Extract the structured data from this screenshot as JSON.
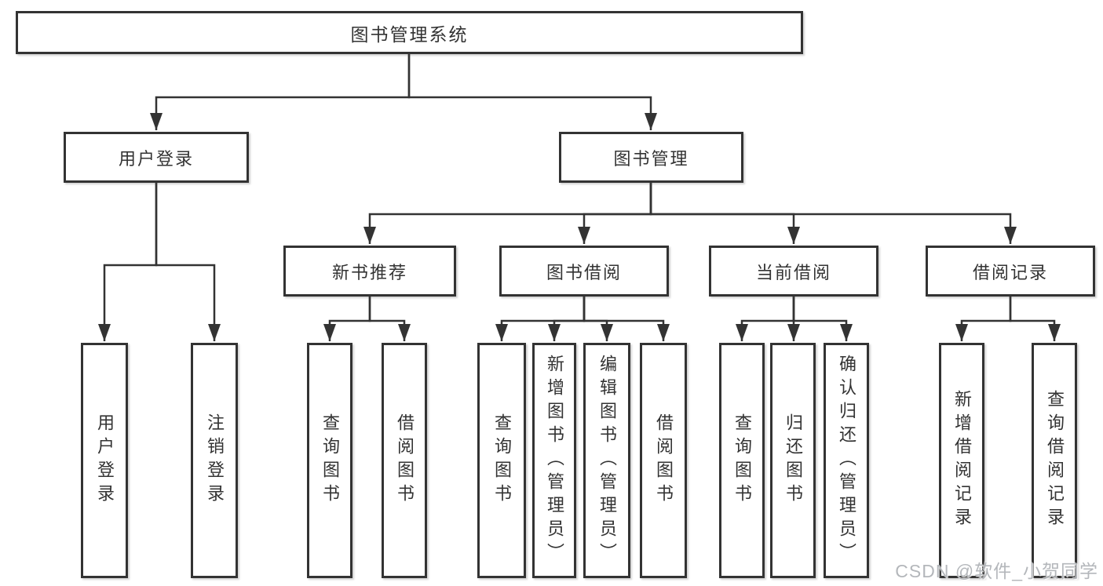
{
  "tree": {
    "root": {
      "label": "图书管理系统"
    },
    "branches": [
      {
        "label": "用户登录",
        "children": [
          {
            "label": "用户登录"
          },
          {
            "label": "注销登录"
          }
        ]
      },
      {
        "label": "图书管理",
        "children": [
          {
            "label": "新书推荐",
            "children": [
              {
                "label": "查询图书"
              },
              {
                "label": "借阅图书"
              }
            ]
          },
          {
            "label": "图书借阅",
            "children": [
              {
                "label": "查询图书"
              },
              {
                "label": "新增图书（管理员）"
              },
              {
                "label": "编辑图书（管理员）"
              },
              {
                "label": "借阅图书"
              }
            ]
          },
          {
            "label": "当前借阅",
            "children": [
              {
                "label": "查询图书"
              },
              {
                "label": "归还图书"
              },
              {
                "label": "确认归还（管理员）"
              }
            ]
          },
          {
            "label": "借阅记录",
            "children": [
              {
                "label": "新增借阅记录"
              },
              {
                "label": "查询借阅记录"
              }
            ]
          }
        ]
      }
    ]
  },
  "watermark": {
    "text": "CSDN @软件_小贺同学"
  },
  "colors": {
    "line": "#333333",
    "box_border": "#333333",
    "text": "#333333",
    "background": "#ffffff",
    "watermark": "#b4b7bb"
  }
}
